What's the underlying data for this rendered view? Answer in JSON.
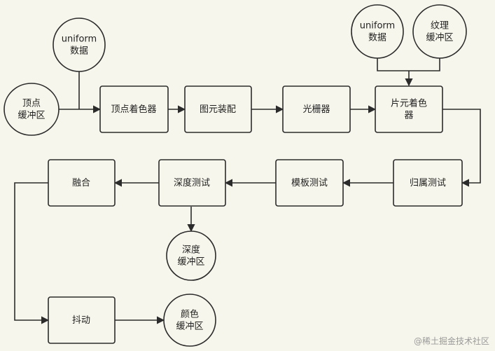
{
  "nodes": {
    "uniform_vertex": "uniform\n数据",
    "vertex_buffer": "顶点\n缓冲区",
    "vertex_shader": "顶点着色器",
    "primitive_assembly": "图元装配",
    "rasterizer": "光栅器",
    "uniform_fragment": "uniform\n数据",
    "texture_buffer": "纹理\n缓冲区",
    "fragment_shader": "片元着色\n器",
    "ownership_test": "归属测试",
    "stencil_test": "模板测试",
    "depth_test": "深度测试",
    "depth_buffer": "深度\n缓冲区",
    "blending": "融合",
    "dithering": "抖动",
    "color_buffer": "颜色\n缓冲区"
  },
  "watermark": "@稀土掘金技术社区"
}
